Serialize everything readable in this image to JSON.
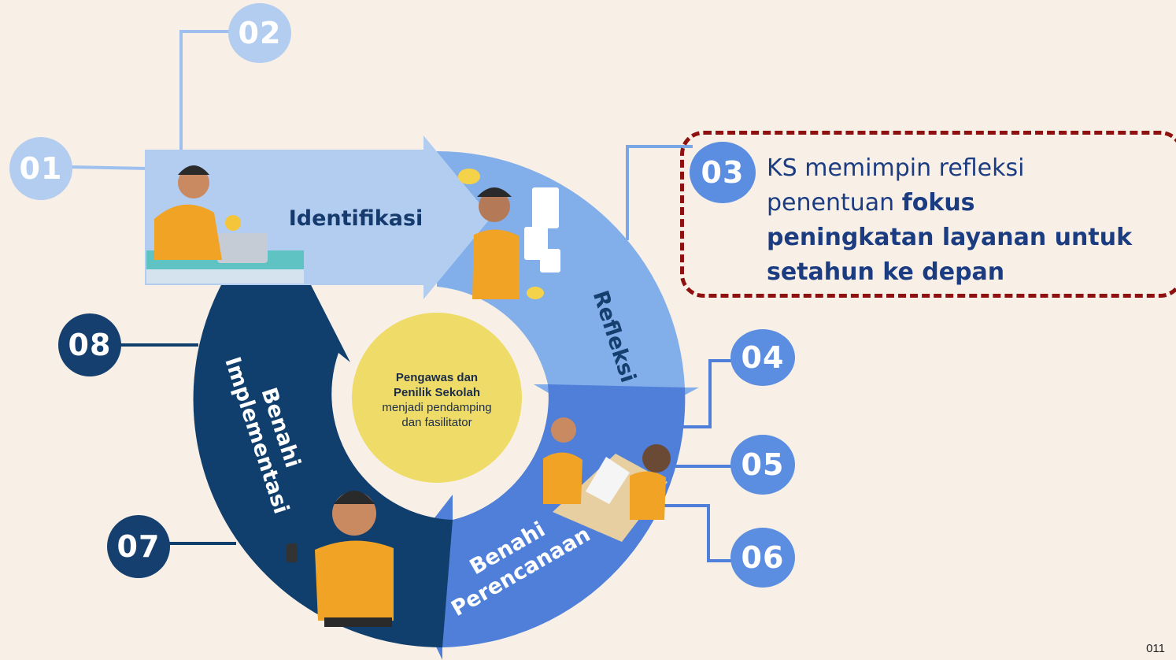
{
  "steps": [
    "01",
    "02",
    "03",
    "04",
    "05",
    "06",
    "07",
    "08"
  ],
  "cycle": {
    "identifikasi": "Identifikasi",
    "refleksi": "Refleksi",
    "benahi_perencanaan_1": "Benahi",
    "benahi_perencanaan_2": "Perencanaan",
    "benahi_implementasi_1": "Benahi",
    "benahi_implementasi_2": "Implementasi"
  },
  "center": {
    "line1": "Pengawas dan",
    "line2": "Penilik Sekolah",
    "line3": "menjadi pendamping",
    "line4": "dan fasilitator"
  },
  "callout": {
    "text_regular": "KS memimpin refleksi penentuan ",
    "text_bold": "fokus peningkatan layanan untuk setahun ke depan"
  },
  "page_number": "011",
  "colors": {
    "background": "#f8f0e6",
    "identifikasi": "#b3cdf0",
    "refleksi": "#82aeea",
    "perencanaan": "#4f7fd8",
    "implementasi": "#103e6d",
    "center": "#eedb68",
    "callout_border": "#8e1010"
  }
}
